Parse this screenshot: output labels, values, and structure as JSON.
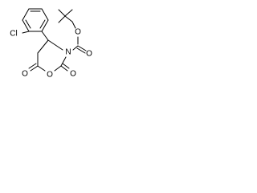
{
  "molecule": {
    "atoms": {
      "chlorine": "Cl",
      "ring_nitrogen": "N",
      "ring_oxygen": "O",
      "carbonyl_oxygen_left": "O",
      "carbonyl_oxygen_right": "O",
      "carbamate_carbonyl_oxygen": "O",
      "ester_oxygen": "O"
    }
  }
}
